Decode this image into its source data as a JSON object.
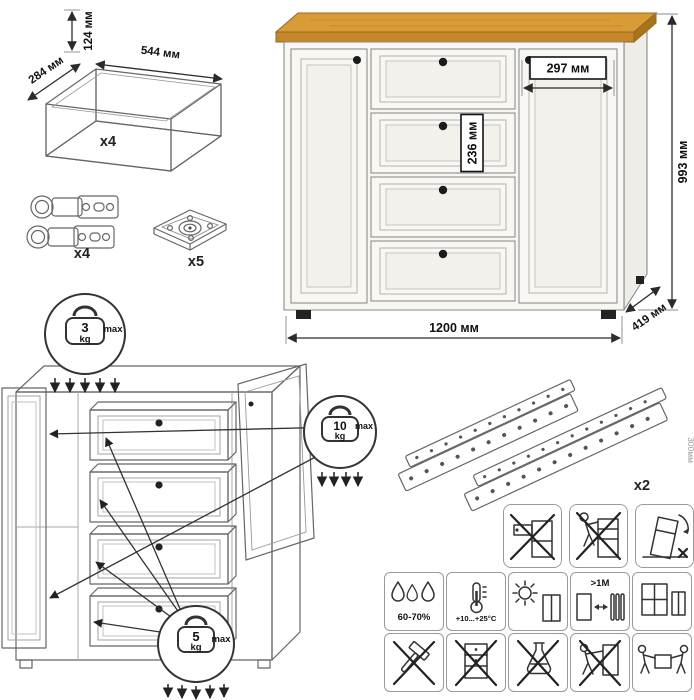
{
  "product_dimensions": {
    "height": "993 мм",
    "width": "1200 мм",
    "depth": "419 мм",
    "right_door_width": "297 мм",
    "drawer_front_height": "236 мм"
  },
  "drawer_box": {
    "height": "124 мм",
    "width": "544 мм",
    "depth": "284 мм",
    "quantity": "x4"
  },
  "hardware": {
    "hinges_quantity": "x4",
    "feet_quantity": "x5",
    "slides_quantity": "x2",
    "slides_length": "300мм"
  },
  "load_limits": {
    "top": {
      "value": "3",
      "unit": "kg",
      "suffix": "max"
    },
    "door": {
      "value": "10",
      "unit": "kg",
      "suffix": "max"
    },
    "drawer": {
      "value": "5",
      "unit": "kg",
      "suffix": "max"
    }
  },
  "care": {
    "humidity_range": "60-70%",
    "temperature_range": "+10...+25°C",
    "heat_distance": ">1M"
  },
  "icons": {
    "warnings": [
      "no-standing-on-drawer",
      "no-climbing",
      "anti-tip"
    ],
    "care": [
      "humidity",
      "temperature",
      "sunlight",
      "heat-distance",
      "ventilation",
      "no-impact",
      "no-drag",
      "no-solvent",
      "no-push-alone",
      "carry-two-people"
    ]
  },
  "colors": {
    "wood_top": "#d89b36",
    "body": "#f8f7f3",
    "outline": "#666666",
    "knob": "#1b1b1b",
    "icon_border": "#9a9a9a"
  }
}
